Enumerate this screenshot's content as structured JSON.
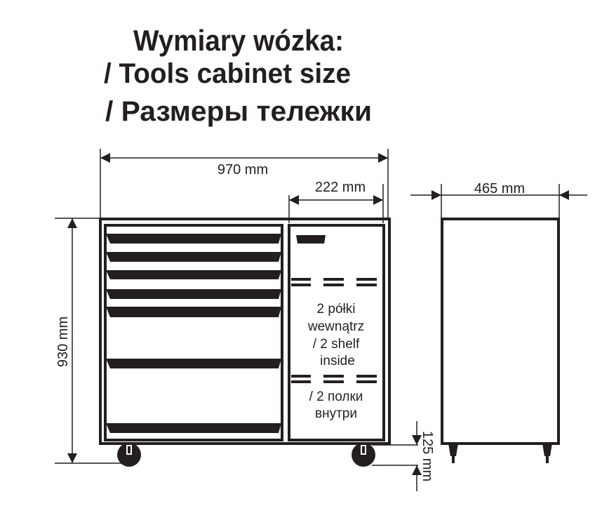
{
  "title": {
    "line1": "Wymiary wózka:",
    "line2": "/ Tools cabinet size",
    "line3": "/ Размеры тележки"
  },
  "dimensions": {
    "width": "970 mm",
    "compartment_width": "222 mm",
    "height": "930 mm",
    "depth": "465 mm",
    "wheel_height": "125 mm"
  },
  "shelf_note": [
    "2 półki",
    "wewnątrz",
    "/ 2 shelf",
    "inside",
    "/ 2 полки",
    "внутри"
  ],
  "colors": {
    "line": "#231f20",
    "background": "#ffffff"
  }
}
